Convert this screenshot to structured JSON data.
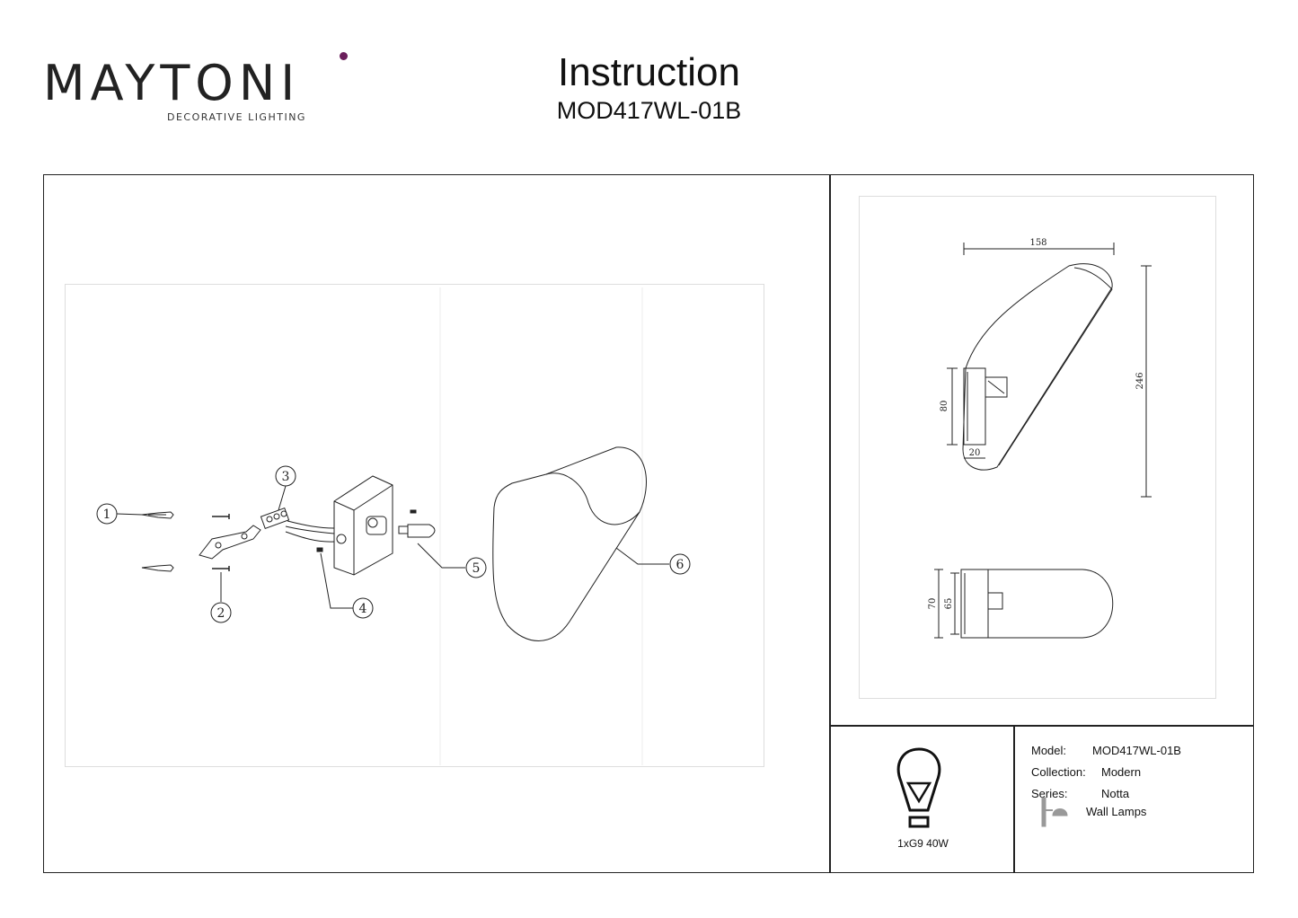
{
  "brand": {
    "name": "MAYTONI",
    "tagline": "DECORATIVE LIGHTING",
    "accent_color": "#6b1f5c"
  },
  "header": {
    "title": "Instruction",
    "model": "MOD417WL-01B"
  },
  "parts": [
    "1",
    "2",
    "3",
    "4",
    "5",
    "6"
  ],
  "dimensions": {
    "width": "158",
    "height": "246",
    "base_height": "80",
    "base_depth": "20",
    "depth_outer": "70",
    "depth_inner": "65"
  },
  "specs": {
    "model_label": "Model:",
    "model_value": "MOD417WL-01B",
    "collection_label": "Collection:",
    "collection_value": "Modern",
    "series_label": "Series:",
    "series_value": "Notta",
    "category_value": "Wall Lamps"
  },
  "lamp": {
    "icon": "light-bulb-icon",
    "power": "1xG9 40W"
  },
  "category_icon": "wall-lamp-icon"
}
